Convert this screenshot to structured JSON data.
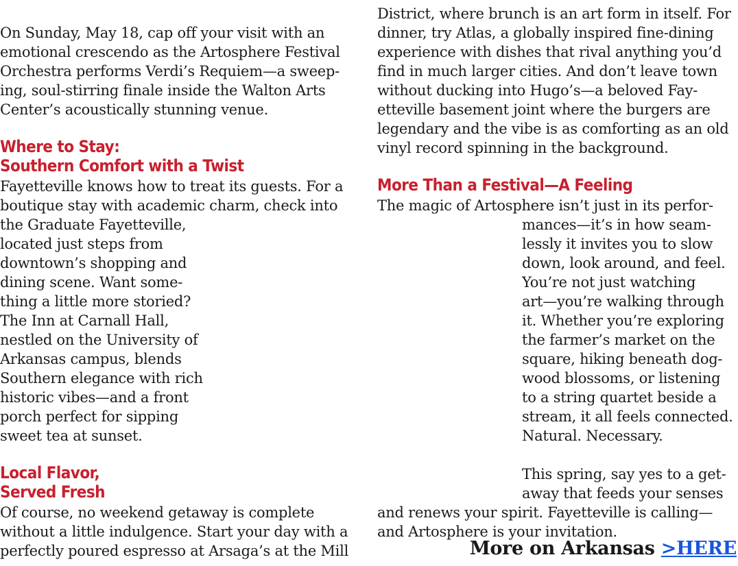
{
  "left_column": {
    "intro": [
      "On Sunday, May 18, cap off your visit with an",
      "emotional crescendo as the Artosphere Festival",
      "Orchestra performs Verdi’s Requiem—a sweep-",
      "ing, soul-stirring finale inside the Walton Arts",
      "Center’s acoustically stunning venue."
    ],
    "stay_heading": [
      "Where to Stay:",
      "Southern Comfort with a Twist"
    ],
    "stay_body": [
      "Fayetteville knows how to treat its guests. For a",
      "boutique stay with academic charm, check into",
      "the Graduate Fayetteville,",
      "located just steps from",
      "downtown’s shopping and",
      "dining scene. Want some-",
      "thing a little more storied?",
      "The Inn at Carnall Hall,",
      "nestled on the University of",
      "Arkansas campus, blends",
      "Southern elegance with rich",
      "historic vibes—and a front",
      "porch perfect for sipping",
      "sweet tea at sunset."
    ],
    "flavor_heading": [
      "Local Flavor,",
      "Served Fresh"
    ],
    "flavor_body": [
      "Of course, no weekend getaway is complete",
      "without a little indulgence. Start your day with a",
      "perfectly poured espresso at Arsaga’s at the Mill"
    ]
  },
  "right_column": {
    "flavor_cont": [
      "District, where brunch is an art form in itself. For",
      "dinner, try Atlas, a globally inspired fine-dining",
      "experience with dishes that rival anything you’d",
      "find in much larger cities. And don’t leave town",
      "without ducking into Hugo’s—a beloved Fay-",
      "etteville basement joint where the burgers are",
      "legendary and the vibe is as comforting as an old",
      "vinyl record spinning in the background."
    ],
    "feeling_heading": "More Than a Festival—A Feeling",
    "feeling_body": [
      "The magic of Artosphere isn’t just in its perfor-",
      "mances—it’s in how seam-",
      "lessly it invites you to slow",
      "down, look around, and feel.",
      "You’re not just watching",
      "art—you’re walking through",
      "it. Whether you’re exploring",
      "the farmer’s market on the",
      "square, hiking beneath dog-",
      "wood blossoms, or listening",
      "to a string quartet beside a",
      "stream, it all feels connected.",
      "Natural. Necessary."
    ],
    "closing_body": [
      "This spring, say yes to a get-",
      "away that feeds your senses",
      "and renews your spirit. Fayetteville is calling—",
      "and Artosphere is your invitation."
    ]
  },
  "footer": {
    "more_label": "More on Arkansas ",
    "more_link": ">HERE"
  },
  "colors": {
    "heading": "#c8202e",
    "body_text": "#1a1a1a",
    "link": "#1a56db"
  }
}
